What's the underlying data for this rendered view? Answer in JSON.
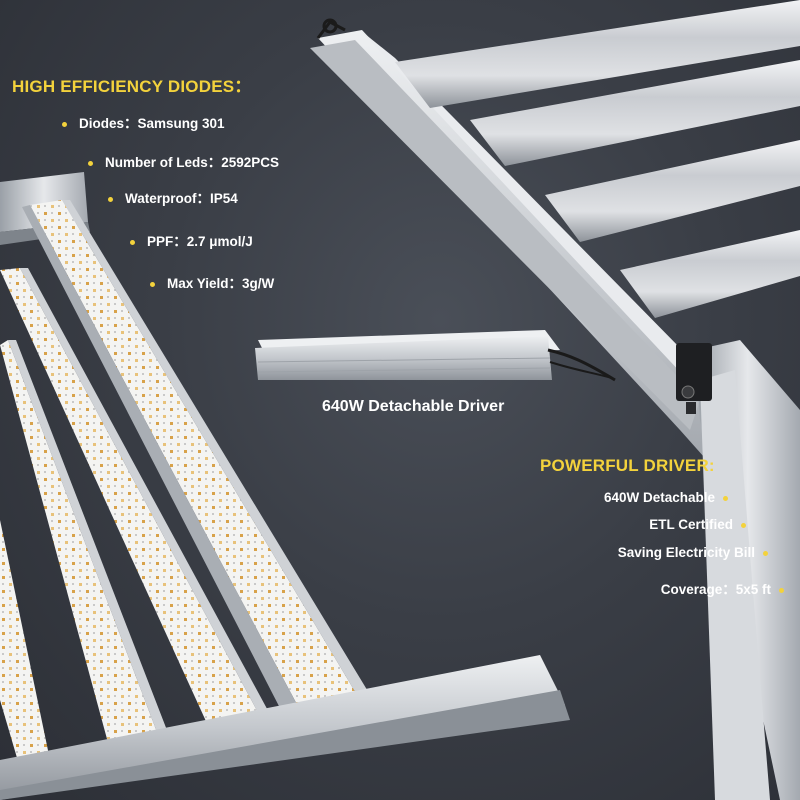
{
  "left_section": {
    "heading": "HIGH EFFICIENCY DIODES：",
    "specs": [
      "Diodes：Samsung 301",
      "Number of Leds：2592PCS",
      "Waterproof：IP54",
      "PPF：2.7 μmol/J",
      "Max Yield：3g/W"
    ]
  },
  "driver": {
    "label": "640W Detachable Driver"
  },
  "right_section": {
    "heading": "POWERFUL DRIVER:",
    "specs": [
      "640W Detachable",
      "ETL Certified",
      "Saving Electricity Bill",
      "Coverage：5x5 ft"
    ]
  },
  "colors": {
    "accent_yellow": "#f3d23c",
    "background_dark": "#33373f",
    "aluminum": "#c9ccd1"
  }
}
